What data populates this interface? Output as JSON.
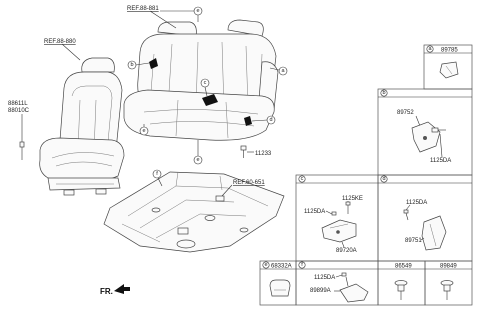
{
  "refs": {
    "rear_seat": "REF.88-881",
    "front_seat": "REF.88-880",
    "floor": "REF.60-651"
  },
  "labels": {
    "front_left_1": "88611L",
    "front_left_2": "88010C",
    "bolt": "11233",
    "fr": "FR."
  },
  "callouts": {
    "a": "a",
    "b": "b",
    "c": "c",
    "d": "d",
    "e": "e",
    "f": "f"
  },
  "panels": {
    "a": {
      "letter": "a",
      "part": "89785"
    },
    "b": {
      "letter": "b",
      "parts": [
        "89752",
        "1125DA"
      ]
    },
    "c": {
      "letter": "c",
      "parts": [
        "1125KE",
        "1125DA",
        "89720A"
      ]
    },
    "d": {
      "letter": "d",
      "parts": [
        "1125DA",
        "89751"
      ]
    },
    "e": {
      "letter": "e",
      "part": "68332A"
    },
    "f": {
      "letter": "f",
      "parts": [
        "1125DA",
        "89899A"
      ]
    },
    "g": {
      "part": "86549"
    },
    "h": {
      "part": "89849"
    }
  }
}
